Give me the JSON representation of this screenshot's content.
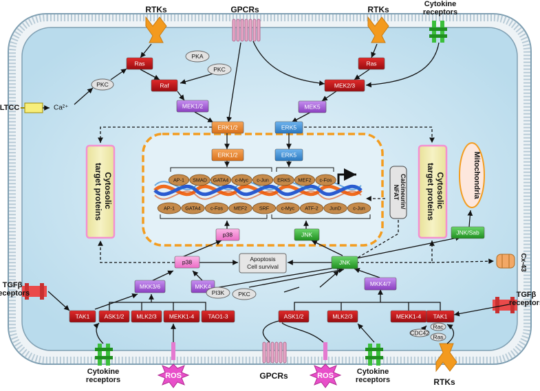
{
  "receptors": {
    "rtks_left": "RTKs",
    "gpcrs_top": "GPCRs",
    "rtks_right": "RTKs",
    "cytokine_top": "Cytokine\nreceptors",
    "ltcc": "LTCC",
    "tgfb_left": "TGFβ\nreceptors",
    "tgfb_right": "TGFβ\nreceptors",
    "cx43": "Cx-43",
    "cytokine_bottom_left": "Cytokine\nreceptors",
    "gpcrs_bottom": "GPCRs",
    "ros_left": "ROS",
    "ros_right": "ROS",
    "cytokine_bottom_right": "Cytokine\nreceptors",
    "rtks_bottom": "RTKs"
  },
  "nodes": {
    "ras_left": "Ras",
    "raf": "Raf",
    "pka": "PKA",
    "pkc_top": "PKC",
    "pkc_left": "PKC",
    "ca": "Ca²⁺",
    "mek12": "MEK1/2",
    "erk12_cyto": "ERK1/2",
    "ras_right": "Ras",
    "mek23": "MEK2/3",
    "mek5": "MEK5",
    "erk5_cyto": "ERK5",
    "erk12_nuc": "ERK1/2",
    "erk5_nuc": "ERK5",
    "p38_nuc": "p38",
    "jnk_nuc": "JNK",
    "p38_cyto": "p38",
    "jnk_cyto": "JNK",
    "jnk_sab": "JNK/Sab",
    "apoptosis": "Apoptosis\nCell survival",
    "mkk36": "MKK3/6",
    "mkk4": "MKK4",
    "mkk47": "MKK4/7",
    "pi3k": "PI3K",
    "pkc_bottom": "PKC",
    "tak1_left": "TAK1",
    "ask12_left": "ASK1/2",
    "mlk23_left": "MLK2/3",
    "mekk14_left": "MEKK1-4",
    "tao13": "TAO1-3",
    "ask12_right": "ASK1/2",
    "mlk23_right": "MLK2/3",
    "mekk14_right": "MEKK1-4",
    "tak1_right": "TAK1",
    "rac": "Rac",
    "cdc42": "CDC42",
    "ras_small": "Ras"
  },
  "cytosolic_left": "Cytosolic\ntarget proteins",
  "cytosolic_right": "Cytosolic\ntarget proteins",
  "mitochondria": "Mitochondria",
  "calcineurin": "Calcineurin/\nNFAT",
  "tf_top": [
    "AP-1",
    "SMAD",
    "GATA4",
    "c-Myc",
    "c-Jun",
    "ERK5",
    "MEF2",
    "c-Fos"
  ],
  "tf_bottom": [
    "AP-1",
    "GATA4",
    "c-Fos",
    "MEF2",
    "SRF",
    "c-Myc",
    "ATF-2",
    "JunD",
    "c-Jun"
  ],
  "colors": {
    "membrane": "#9fb8c8",
    "cytoplasm": "#cfe6f2",
    "nucleus_border": "#f39c1f",
    "red_node": "#c0141a",
    "purple_node": "#a65fd6",
    "orange_node": "#e8862a",
    "blue_node": "#3a8fd4",
    "green_node": "#2ea82e",
    "pink_node": "#f48fd0",
    "tf_fill": "#c58a4a",
    "rtk": "#f39a1e",
    "gpcr": "#e8a6c8",
    "cytokine": "#3bbf3b"
  }
}
